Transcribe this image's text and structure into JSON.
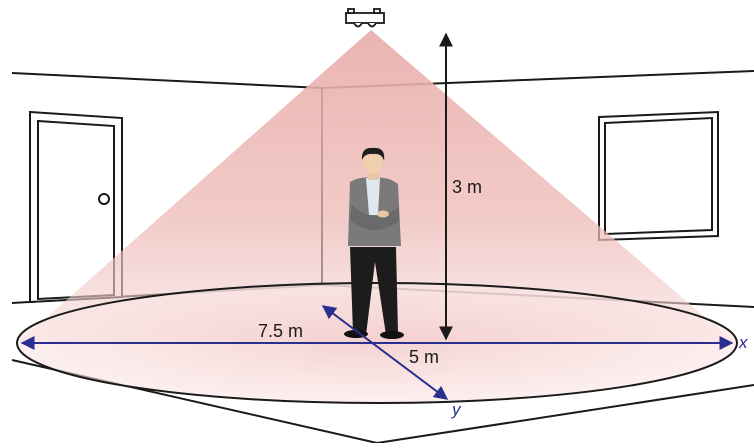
{
  "diagram": {
    "height_label": "3 m",
    "width_label": "7.5 m",
    "depth_label": "5 m",
    "x_axis_label": "x",
    "y_axis_label": "y"
  },
  "colors": {
    "cone": "#e3a4a2",
    "axis": "#2a2f8f",
    "line": "#1a1a1a",
    "floor_tint": "#f6dcda"
  },
  "icons": {
    "sensor": "ceiling-sensor-icon",
    "person": "standing-person-icon",
    "door": "door-icon",
    "window": "window-icon"
  }
}
